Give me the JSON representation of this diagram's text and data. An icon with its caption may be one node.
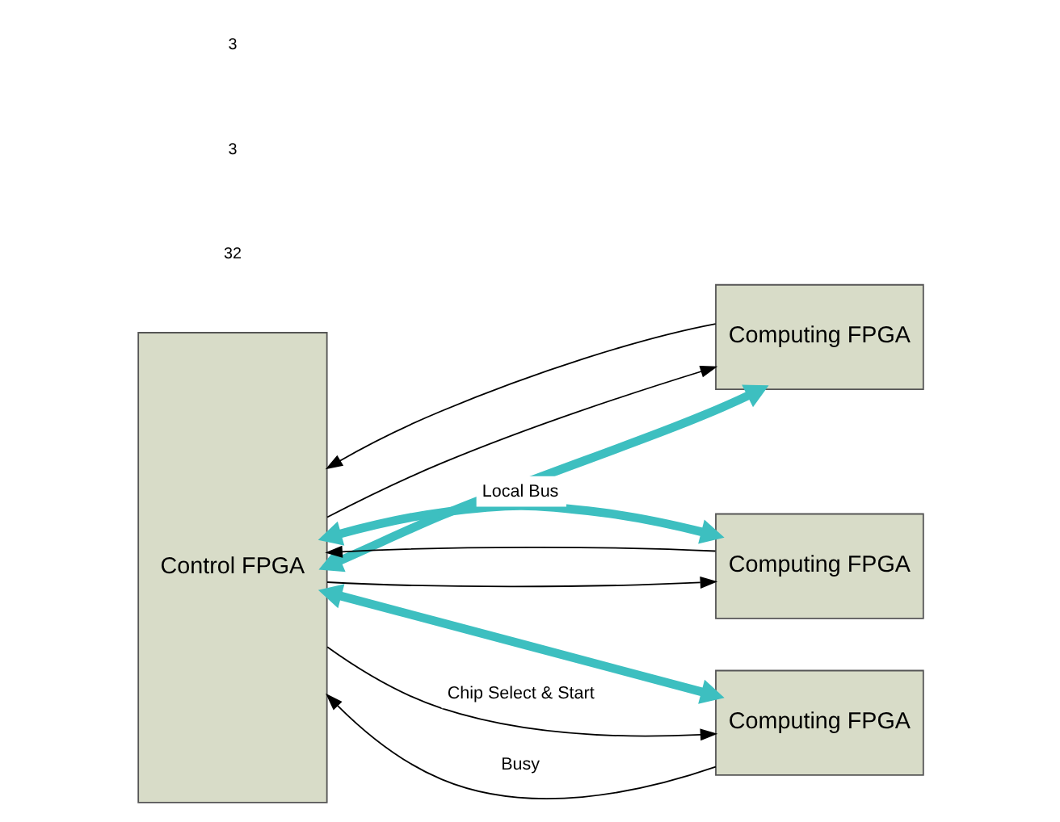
{
  "diagram": {
    "nodes": [
      {
        "text": [
          "Control FPGA"
        ]
      },
      {
        "text": [
          "Computing FPGA"
        ]
      },
      {
        "text": [
          "Computing FPGA"
        ]
      },
      {
        "text": [
          "Computing FPGA"
        ]
      }
    ],
    "edges": [
      {
        "from": 0,
        "to": 1,
        "arrow": "both",
        "style": "thick",
        "color": "#3dbfc0"
      },
      {
        "from": 0,
        "to": 2,
        "arrow": "both",
        "style": "thick",
        "color": "#3dbfc0",
        "label": "Local Bus"
      },
      {
        "from": 0,
        "to": 3,
        "arrow": "both",
        "style": "thick",
        "color": "#3dbfc0"
      },
      {
        "from": 0,
        "to": 1,
        "arrow": "to"
      },
      {
        "from": 0,
        "to": 2,
        "arrow": "to"
      },
      {
        "from": 0,
        "to": 3,
        "arrow": "to",
        "label": "Chip Select & Start"
      },
      {
        "from": 1,
        "to": 0,
        "arrow": "to"
      },
      {
        "from": 2,
        "to": 0,
        "arrow": "to"
      },
      {
        "from": 3,
        "to": 0,
        "arrow": "to",
        "label": "Busy"
      }
    ],
    "labels": [
      "32",
      "3",
      "3"
    ]
  }
}
